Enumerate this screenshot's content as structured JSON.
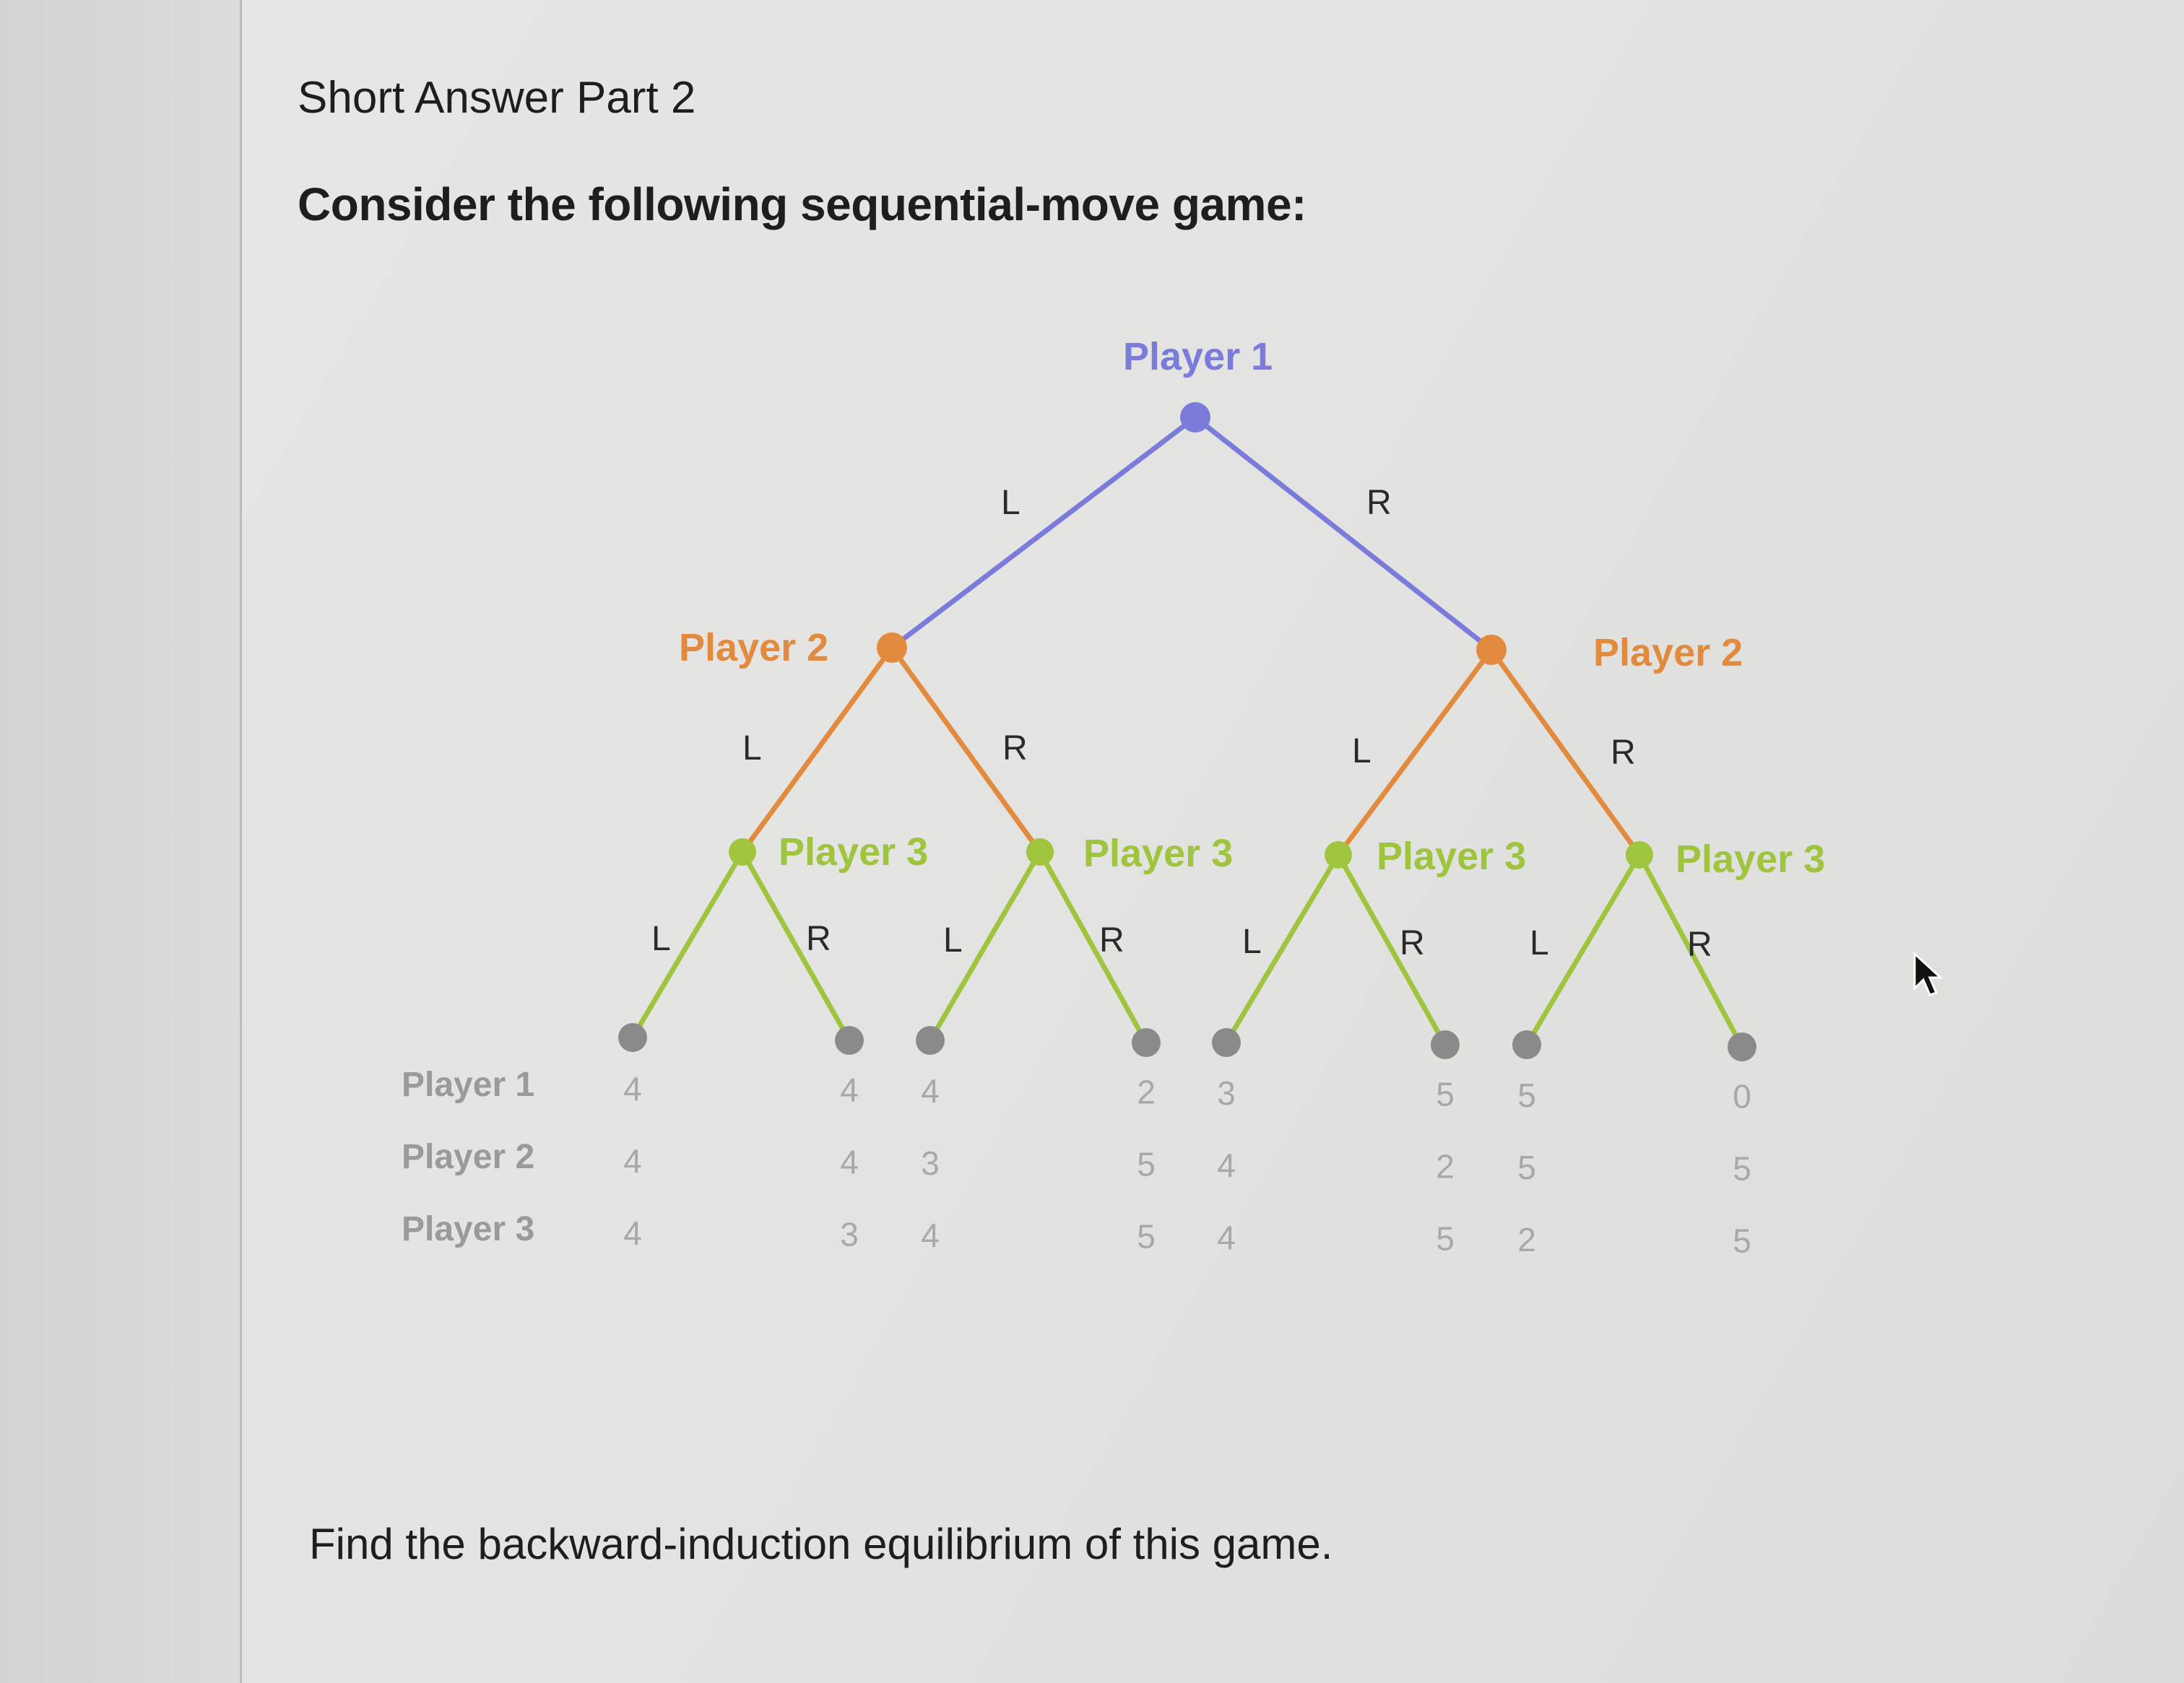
{
  "heading": "Short Answer Part 2",
  "prompt": "Consider the following sequential-move game:",
  "question": "Find the backward-induction equilibrium of this game.",
  "colors": {
    "player1": "#7b7bdc",
    "player2": "#e28b3f",
    "player3": "#9fc43e",
    "terminal": "#8a8a8a",
    "payoff": "#a8a8a8"
  },
  "game": {
    "root": {
      "label": "Player 1"
    },
    "moves_p1": [
      "L",
      "R"
    ],
    "p2_nodes": [
      {
        "label": "Player 2",
        "moves": [
          "L",
          "R"
        ]
      },
      {
        "label": "Player 2",
        "moves": [
          "L",
          "R"
        ]
      }
    ],
    "p3_nodes": [
      {
        "label": "Player 3",
        "moves": [
          "L",
          "R"
        ]
      },
      {
        "label": "Player 3",
        "moves": [
          "L",
          "R"
        ]
      },
      {
        "label": "Player 3",
        "moves": [
          "L",
          "R"
        ]
      },
      {
        "label": "Player 3",
        "moves": [
          "L",
          "R"
        ]
      }
    ],
    "payoff_row_labels": [
      "Player 1",
      "Player 2",
      "Player 3"
    ],
    "payoffs": [
      [
        "4",
        "4",
        "4"
      ],
      [
        "4",
        "4",
        "3"
      ],
      [
        "4",
        "3",
        "4"
      ],
      [
        "2",
        "5",
        "5"
      ],
      [
        "3",
        "4",
        "4"
      ],
      [
        "5",
        "2",
        "5"
      ],
      [
        "5",
        "5",
        "2"
      ],
      [
        "0",
        "5",
        "5"
      ]
    ]
  }
}
